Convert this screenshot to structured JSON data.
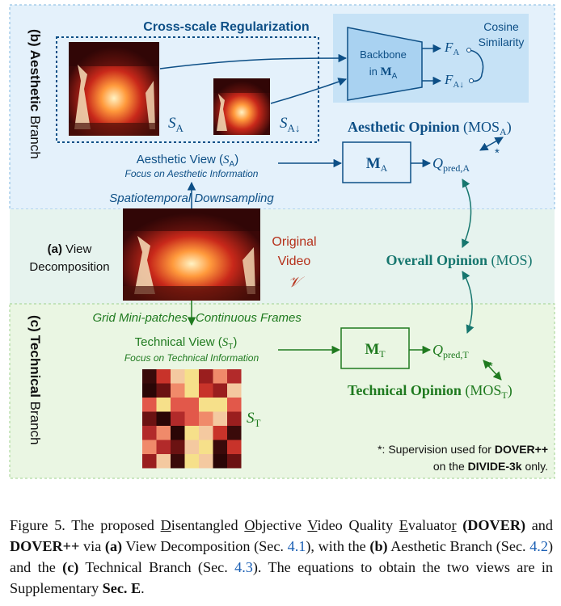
{
  "branches": {
    "aesthetic": {
      "letter": "(b)",
      "bold": "Aesthetic",
      "rest": " Branch"
    },
    "technical": {
      "letter": "(c)",
      "bold": "Technical",
      "rest": " Branch"
    }
  },
  "cross_scale": {
    "title": "Cross-scale Regularization"
  },
  "backbone": {
    "line1": "Backbone",
    "line2_prefix": "in ",
    "line2_bold": "M",
    "line2_sub": "A"
  },
  "cosine": {
    "line1": "Cosine",
    "line2": "Similarity"
  },
  "features": {
    "fa": "F",
    "fa_sub": "A",
    "fad": "F",
    "fad_sub": "A↓"
  },
  "samples": {
    "sa": "S",
    "sa_sub": "A",
    "sad": "S",
    "sad_sub": "A↓",
    "st": "S",
    "st_sub": "T"
  },
  "aesthetic_view": {
    "label_prefix": "Aesthetic View (",
    "label_s": "S",
    "label_sub": "A",
    "label_suffix": ")",
    "focus": "Focus on Aesthetic Information"
  },
  "technical_view": {
    "label_prefix": "Technical View (",
    "label_s": "S",
    "label_sub": "T",
    "label_suffix": ")",
    "focus": "Focus on Technical Information"
  },
  "models": {
    "ma": "M",
    "ma_sub": "A",
    "mt": "M",
    "mt_sub": "T"
  },
  "qpred": {
    "a": "Q",
    "a_sub": "pred,A",
    "t": "Q",
    "t_sub": "pred,T"
  },
  "opinions": {
    "aesthetic": {
      "bold": "Aesthetic Opinion",
      "rest": " (MOS",
      "sub": "A",
      "close": ")"
    },
    "overall": {
      "bold": "Overall Opinion",
      "rest": " (MOS)"
    },
    "technical": {
      "bold": "Technical Opinion",
      "rest": " (MOS",
      "sub": "T",
      "close": ")"
    }
  },
  "star": "*",
  "spatiotemporal": "Spatiotemporal Downsampling",
  "grid_labels": {
    "left": "Grid Mini-patches",
    "right": "Continuous Frames"
  },
  "view_decomp": {
    "letter": "(a)",
    "line1_rest": " View",
    "line2": "Decomposition"
  },
  "original_video": {
    "line1": "Original",
    "line2": "Video",
    "symbol": "𝒱"
  },
  "supervision": {
    "line1_prefix": "*: Supervision used for ",
    "line1_bold": "DOVER++",
    "line2_prefix": "on the ",
    "line2_bold": "DIVIDE-3k",
    "line2_suffix": " only."
  },
  "caption": {
    "p1": "Figure 5. The proposed ",
    "w1f": "D",
    "w1r": "isentangled ",
    "w2f": "O",
    "w2r": "bjective ",
    "w3f": "V",
    "w3r": "ideo Quality ",
    "w4f": "E",
    "w4r": "valuato",
    "w5f": "r",
    "p2b": "(DOVER)",
    "p2": " and ",
    "p3b": "DOVER++",
    "p3": " via ",
    "p4b": "(a)",
    "p4": " View Decomposition (Sec. ",
    "r1": "4.1",
    "p5": "), with the ",
    "p6b": "(b)",
    "p6": " Aesthetic Branch (Sec. ",
    "r2": "4.2",
    "p7": ") and the ",
    "p8b": "(c)",
    "p8": " Technical Branch (Sec. ",
    "r3": "4.3",
    "p9": "). The equations to obtain the two views are in Supplementary ",
    "p10b": "Sec. E",
    "p10": "."
  },
  "colors": {
    "aesthetic": "#0d4f86",
    "technical": "#1f7a1f",
    "overall": "#16766e",
    "original": "#b5301a"
  }
}
